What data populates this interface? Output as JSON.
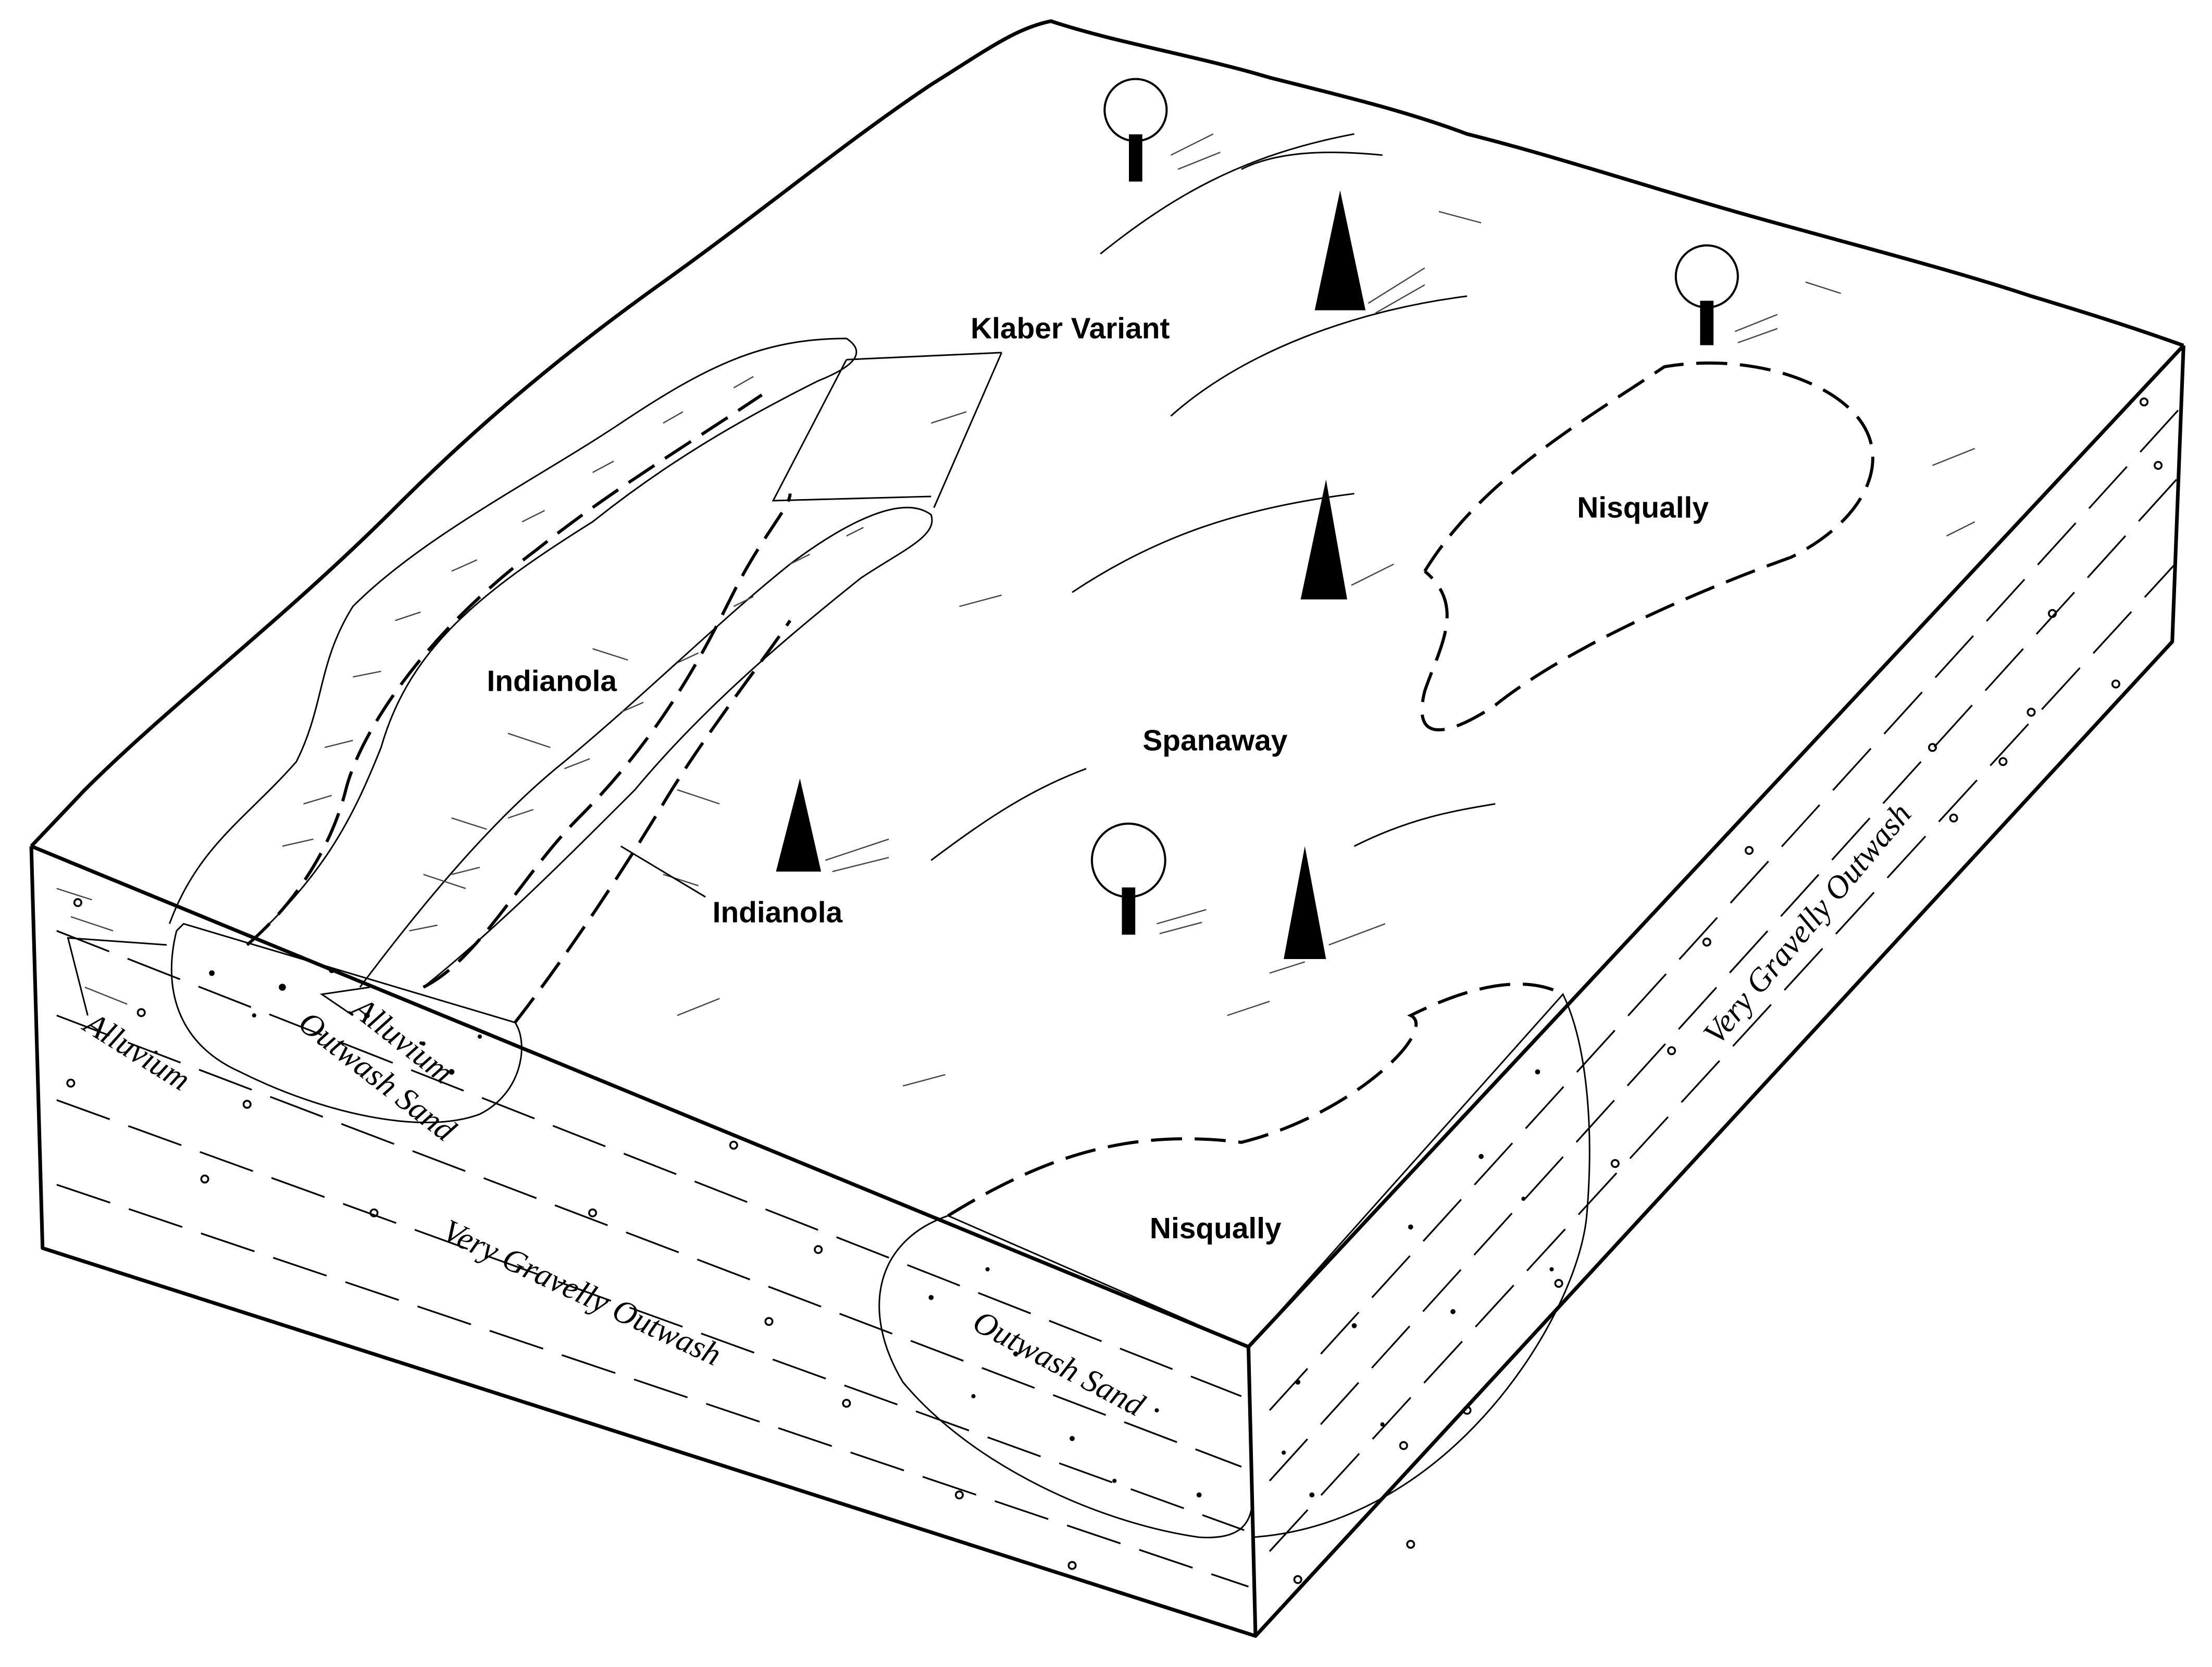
{
  "diagram": {
    "labels": {
      "klaber_variant": "Klaber Variant",
      "nisqually_upper": "Nisqually",
      "indianola_upper": "Indianola",
      "spanaway": "Spanaway",
      "indianola_lower": "Indianola",
      "alluvium_left": "Alluvium",
      "alluvium_center": "Alluvium",
      "outwash_sand_left": "Outwash Sand",
      "very_gravelly_outwash_front": "Very Gravelly Outwash",
      "nisqually_lower": "Nisqually",
      "outwash_sand_right": "Outwash Sand",
      "very_gravelly_outwash_side": "Very Gravelly Outwash"
    },
    "colors": {
      "ink": "#000000",
      "paper": "#ffffff"
    }
  }
}
